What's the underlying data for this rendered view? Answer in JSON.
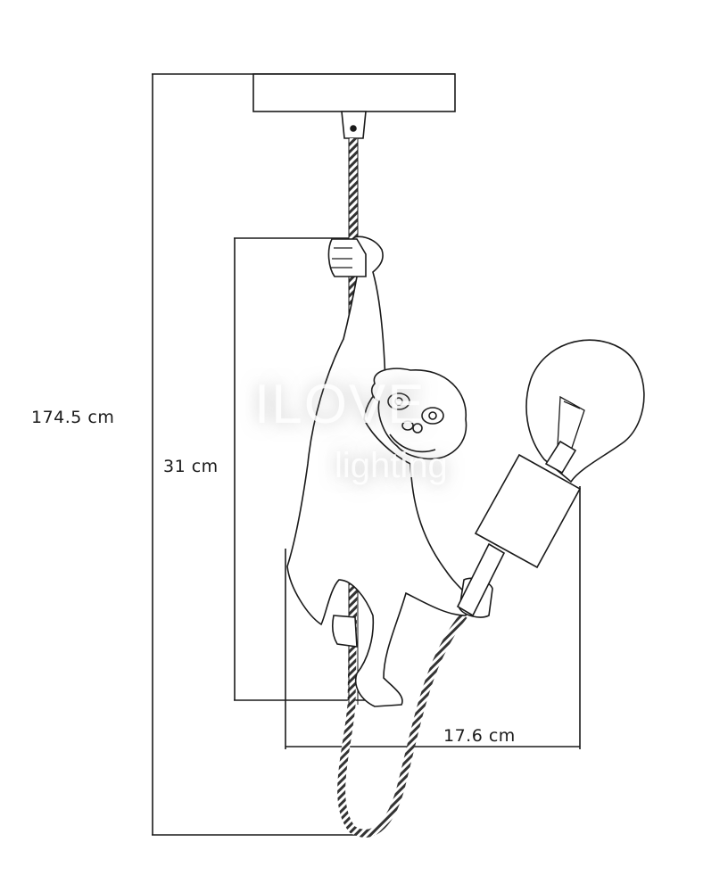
{
  "dimensions": {
    "total_height": "174.5 cm",
    "monkey_height": "31 cm",
    "width": "17.6 cm"
  },
  "watermark": {
    "line1": "ILOVE",
    "line2": "lighting"
  },
  "colors": {
    "line": "#1a1a1a",
    "background": "#ffffff"
  }
}
